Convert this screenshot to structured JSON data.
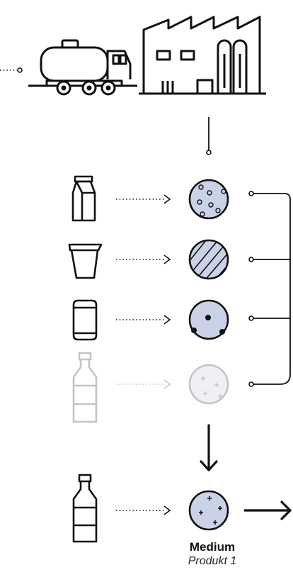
{
  "diagram": {
    "steps": [
      {
        "container": "milk-carton",
        "sample": "dots",
        "faded": false
      },
      {
        "container": "cup",
        "sample": "hatched",
        "faded": false
      },
      {
        "container": "can",
        "sample": "three-dots",
        "faded": false
      },
      {
        "container": "bottle",
        "sample": "plus-marks",
        "faded": true
      }
    ],
    "result": {
      "container": "bottle",
      "sample": "plus-marks",
      "label": "Medium",
      "sublabel": "Produkt 1"
    },
    "colors": {
      "fill": "#c9d2e6",
      "stroke": "#111111",
      "faded_fill": "#eef0f5",
      "faded_stroke": "#c4c4c4"
    }
  }
}
